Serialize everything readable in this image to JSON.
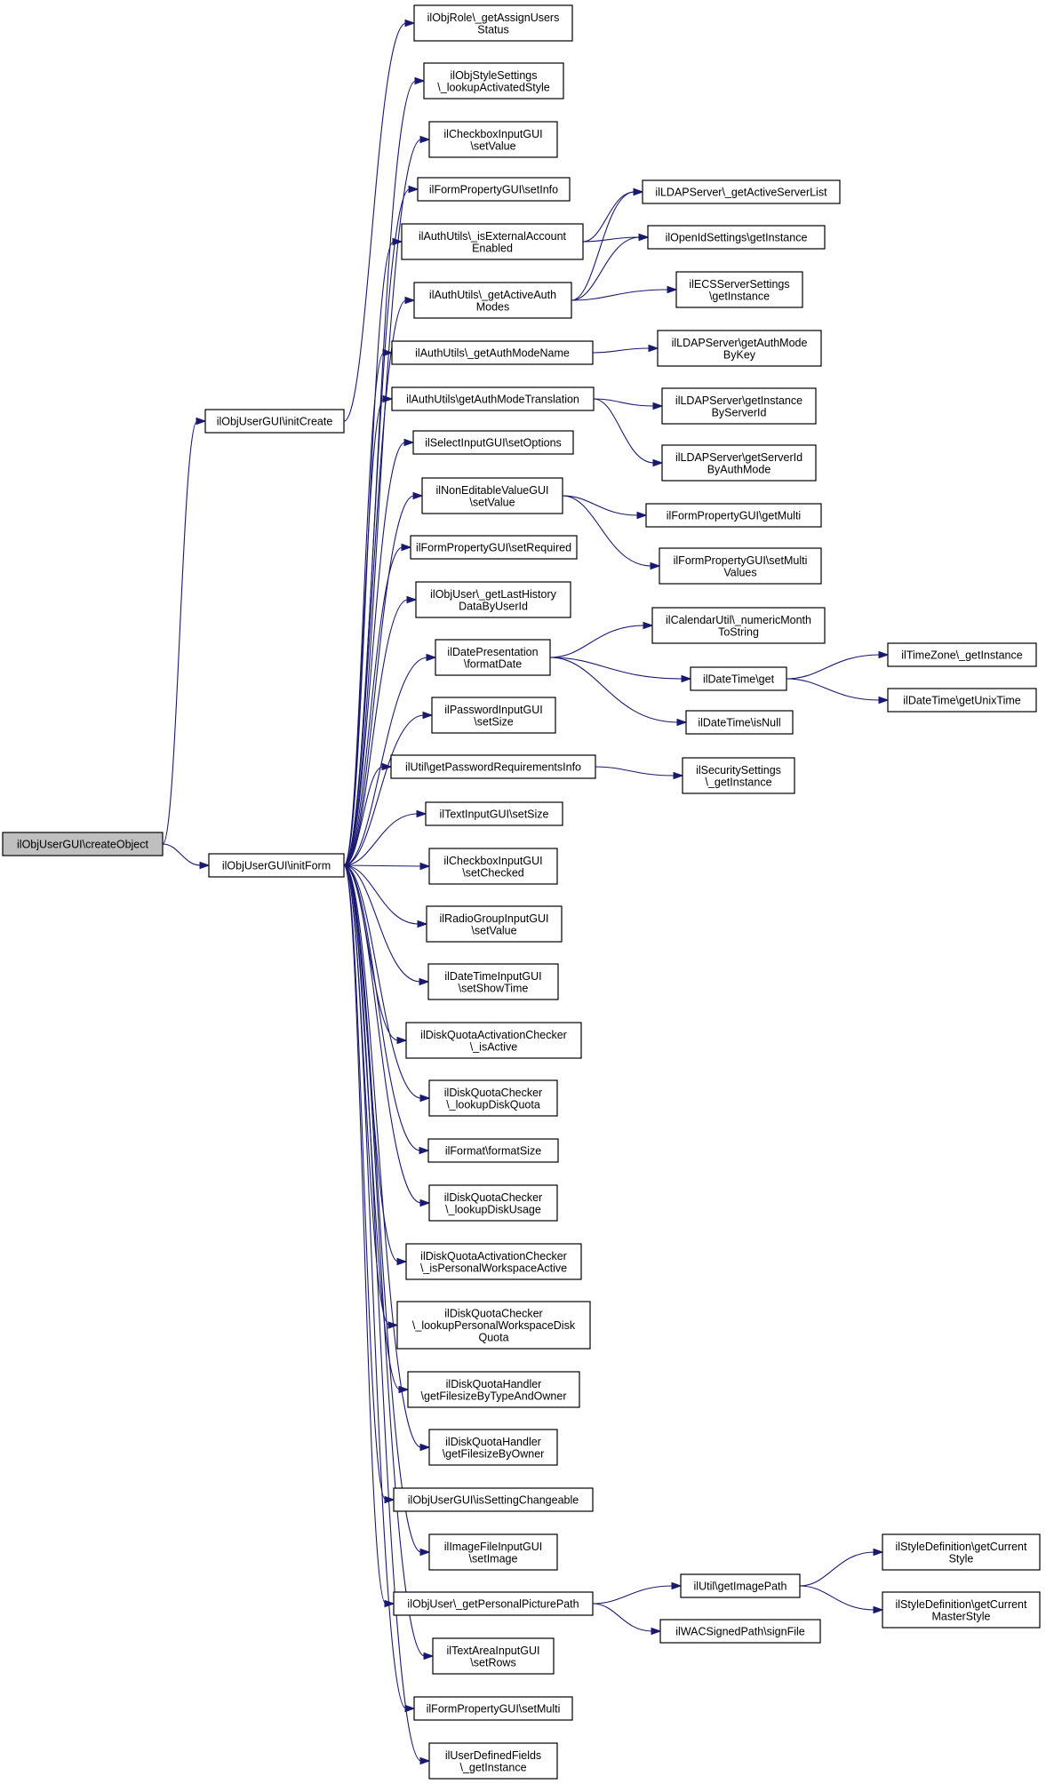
{
  "colors": {
    "edge": "#191970",
    "root_fill": "#bfbfbf",
    "node_fill": "#ffffff",
    "node_border": "#000000"
  },
  "nodes": [
    {
      "id": "createObject",
      "lines": [
        "ilObjUserGUI\\createObject"
      ],
      "root": true
    },
    {
      "id": "initCreate",
      "lines": [
        "ilObjUserGUI\\initCreate"
      ]
    },
    {
      "id": "initForm",
      "lines": [
        "ilObjUserGUI\\initForm"
      ]
    },
    {
      "id": "getAssignUsersStatus",
      "lines": [
        "ilObjRole\\_getAssignUsers",
        "Status"
      ]
    },
    {
      "id": "lookupActivatedStyle",
      "lines": [
        "ilObjStyleSettings",
        "\\_lookupActivatedStyle"
      ]
    },
    {
      "id": "cbSetValue",
      "lines": [
        "ilCheckboxInputGUI",
        "\\setValue"
      ]
    },
    {
      "id": "fpSetInfo",
      "lines": [
        "ilFormPropertyGUI\\setInfo"
      ]
    },
    {
      "id": "isExternalAccountEnabled",
      "lines": [
        "ilAuthUtils\\_isExternalAccount",
        "Enabled"
      ]
    },
    {
      "id": "getActiveAuthModes",
      "lines": [
        "ilAuthUtils\\_getActiveAuth",
        "Modes"
      ]
    },
    {
      "id": "getAuthModeName",
      "lines": [
        "ilAuthUtils\\_getAuthModeName"
      ]
    },
    {
      "id": "getAuthModeTranslation",
      "lines": [
        "ilAuthUtils\\getAuthModeTranslation"
      ]
    },
    {
      "id": "selSetOptions",
      "lines": [
        "ilSelectInputGUI\\setOptions"
      ]
    },
    {
      "id": "nevSetValue",
      "lines": [
        "ilNonEditableValueGUI",
        "\\setValue"
      ]
    },
    {
      "id": "fpSetRequired",
      "lines": [
        "ilFormPropertyGUI\\setRequired"
      ]
    },
    {
      "id": "getLastHistory",
      "lines": [
        "ilObjUser\\_getLastHistory",
        "DataByUserId"
      ]
    },
    {
      "id": "formatDate",
      "lines": [
        "ilDatePresentation",
        "\\formatDate"
      ]
    },
    {
      "id": "pwSetSize",
      "lines": [
        "ilPasswordInputGUI",
        "\\setSize"
      ]
    },
    {
      "id": "getPwReqInfo",
      "lines": [
        "ilUtil\\getPasswordRequirementsInfo"
      ]
    },
    {
      "id": "txtSetSize",
      "lines": [
        "ilTextInputGUI\\setSize"
      ]
    },
    {
      "id": "cbSetChecked",
      "lines": [
        "ilCheckboxInputGUI",
        "\\setChecked"
      ]
    },
    {
      "id": "rgSetValue",
      "lines": [
        "ilRadioGroupInputGUI",
        "\\setValue"
      ]
    },
    {
      "id": "dtSetShowTime",
      "lines": [
        "ilDateTimeInputGUI",
        "\\setShowTime"
      ]
    },
    {
      "id": "dqaIsActive",
      "lines": [
        "ilDiskQuotaActivationChecker",
        "\\_isActive"
      ]
    },
    {
      "id": "lookupDiskQuota",
      "lines": [
        "ilDiskQuotaChecker",
        "\\_lookupDiskQuota"
      ]
    },
    {
      "id": "formatSize",
      "lines": [
        "ilFormat\\formatSize"
      ]
    },
    {
      "id": "lookupDiskUsage",
      "lines": [
        "ilDiskQuotaChecker",
        "\\_lookupDiskUsage"
      ]
    },
    {
      "id": "isPwsActive",
      "lines": [
        "ilDiskQuotaActivationChecker",
        "\\_isPersonalWorkspaceActive"
      ]
    },
    {
      "id": "lookupPwsDiskQuota",
      "lines": [
        "ilDiskQuotaChecker",
        "\\_lookupPersonalWorkspaceDisk",
        "Quota"
      ]
    },
    {
      "id": "getFsByTypeOwner",
      "lines": [
        "ilDiskQuotaHandler",
        "\\getFilesizeByTypeAndOwner"
      ]
    },
    {
      "id": "getFsByOwner",
      "lines": [
        "ilDiskQuotaHandler",
        "\\getFilesizeByOwner"
      ]
    },
    {
      "id": "isSettingChangeable",
      "lines": [
        "ilObjUserGUI\\isSettingChangeable"
      ]
    },
    {
      "id": "imgSetImage",
      "lines": [
        "ilImageFileInputGUI",
        "\\setImage"
      ]
    },
    {
      "id": "getPersonalPicturePath",
      "lines": [
        "ilObjUser\\_getPersonalPicturePath"
      ]
    },
    {
      "id": "taSetRows",
      "lines": [
        "ilTextAreaInputGUI",
        "\\setRows"
      ]
    },
    {
      "id": "fpSetMulti",
      "lines": [
        "ilFormPropertyGUI\\setMulti"
      ]
    },
    {
      "id": "udfGetInstance",
      "lines": [
        "ilUserDefinedFields",
        "\\_getInstance"
      ]
    },
    {
      "id": "ldapActiveServerList",
      "lines": [
        "ilLDAPServer\\_getActiveServerList"
      ]
    },
    {
      "id": "openIdGetInstance",
      "lines": [
        "ilOpenIdSettings\\getInstance"
      ]
    },
    {
      "id": "ecsGetInstance",
      "lines": [
        "ilECSServerSettings",
        "\\getInstance"
      ]
    },
    {
      "id": "ldapAuthModeByKey",
      "lines": [
        "ilLDAPServer\\getAuthMode",
        "ByKey"
      ]
    },
    {
      "id": "ldapInstanceByServerId",
      "lines": [
        "ilLDAPServer\\getInstance",
        "ByServerId"
      ]
    },
    {
      "id": "ldapServerIdByAuthMode",
      "lines": [
        "ilLDAPServer\\getServerId",
        "ByAuthMode"
      ]
    },
    {
      "id": "fpGetMulti",
      "lines": [
        "ilFormPropertyGUI\\getMulti"
      ]
    },
    {
      "id": "fpSetMultiValues",
      "lines": [
        "ilFormPropertyGUI\\setMulti",
        "Values"
      ]
    },
    {
      "id": "numericMonthToString",
      "lines": [
        "ilCalendarUtil\\_numericMonth",
        "ToString"
      ]
    },
    {
      "id": "dtGet",
      "lines": [
        "ilDateTime\\get"
      ]
    },
    {
      "id": "dtIsNull",
      "lines": [
        "ilDateTime\\isNull"
      ]
    },
    {
      "id": "tzGetInstance",
      "lines": [
        "ilTimeZone\\_getInstance"
      ]
    },
    {
      "id": "dtGetUnixTime",
      "lines": [
        "ilDateTime\\getUnixTime"
      ]
    },
    {
      "id": "secSettingsGetInstance",
      "lines": [
        "ilSecuritySettings",
        "\\_getInstance"
      ]
    },
    {
      "id": "getImagePath",
      "lines": [
        "ilUtil\\getImagePath"
      ]
    },
    {
      "id": "wacSignFile",
      "lines": [
        "ilWACSignedPath\\signFile"
      ]
    },
    {
      "id": "styleGetCurrentStyle",
      "lines": [
        "ilStyleDefinition\\getCurrent",
        "Style"
      ]
    },
    {
      "id": "styleGetCurrentMasterStyle",
      "lines": [
        "ilStyleDefinition\\getCurrent",
        "MasterStyle"
      ]
    }
  ],
  "edges": [
    [
      "createObject",
      "initCreate"
    ],
    [
      "createObject",
      "initForm"
    ],
    [
      "initCreate",
      "getAssignUsersStatus"
    ],
    [
      "initForm",
      "lookupActivatedStyle"
    ],
    [
      "initForm",
      "cbSetValue"
    ],
    [
      "initForm",
      "fpSetInfo"
    ],
    [
      "initForm",
      "isExternalAccountEnabled"
    ],
    [
      "initForm",
      "getActiveAuthModes"
    ],
    [
      "initForm",
      "getAuthModeName"
    ],
    [
      "initForm",
      "getAuthModeTranslation"
    ],
    [
      "initForm",
      "selSetOptions"
    ],
    [
      "initForm",
      "nevSetValue"
    ],
    [
      "initForm",
      "fpSetRequired"
    ],
    [
      "initForm",
      "getLastHistory"
    ],
    [
      "initForm",
      "formatDate"
    ],
    [
      "initForm",
      "pwSetSize"
    ],
    [
      "initForm",
      "getPwReqInfo"
    ],
    [
      "initForm",
      "txtSetSize"
    ],
    [
      "initForm",
      "cbSetChecked"
    ],
    [
      "initForm",
      "rgSetValue"
    ],
    [
      "initForm",
      "dtSetShowTime"
    ],
    [
      "initForm",
      "dqaIsActive"
    ],
    [
      "initForm",
      "lookupDiskQuota"
    ],
    [
      "initForm",
      "formatSize"
    ],
    [
      "initForm",
      "lookupDiskUsage"
    ],
    [
      "initForm",
      "isPwsActive"
    ],
    [
      "initForm",
      "lookupPwsDiskQuota"
    ],
    [
      "initForm",
      "getFsByTypeOwner"
    ],
    [
      "initForm",
      "getFsByOwner"
    ],
    [
      "initForm",
      "isSettingChangeable"
    ],
    [
      "initForm",
      "imgSetImage"
    ],
    [
      "initForm",
      "getPersonalPicturePath"
    ],
    [
      "initForm",
      "taSetRows"
    ],
    [
      "initForm",
      "fpSetMulti"
    ],
    [
      "initForm",
      "udfGetInstance"
    ],
    [
      "isExternalAccountEnabled",
      "ldapActiveServerList"
    ],
    [
      "isExternalAccountEnabled",
      "openIdGetInstance"
    ],
    [
      "getActiveAuthModes",
      "ldapActiveServerList"
    ],
    [
      "getActiveAuthModes",
      "openIdGetInstance"
    ],
    [
      "getActiveAuthModes",
      "ecsGetInstance"
    ],
    [
      "getAuthModeName",
      "ldapAuthModeByKey"
    ],
    [
      "getAuthModeTranslation",
      "ldapInstanceByServerId"
    ],
    [
      "getAuthModeTranslation",
      "ldapServerIdByAuthMode"
    ],
    [
      "nevSetValue",
      "fpGetMulti"
    ],
    [
      "nevSetValue",
      "fpSetMultiValues"
    ],
    [
      "formatDate",
      "numericMonthToString"
    ],
    [
      "formatDate",
      "dtGet"
    ],
    [
      "formatDate",
      "dtIsNull"
    ],
    [
      "dtGet",
      "tzGetInstance"
    ],
    [
      "dtGet",
      "dtGetUnixTime"
    ],
    [
      "getPwReqInfo",
      "secSettingsGetInstance"
    ],
    [
      "getPersonalPicturePath",
      "getImagePath"
    ],
    [
      "getPersonalPicturePath",
      "wacSignFile"
    ],
    [
      "getImagePath",
      "styleGetCurrentStyle"
    ],
    [
      "getImagePath",
      "styleGetCurrentMasterStyle"
    ]
  ]
}
